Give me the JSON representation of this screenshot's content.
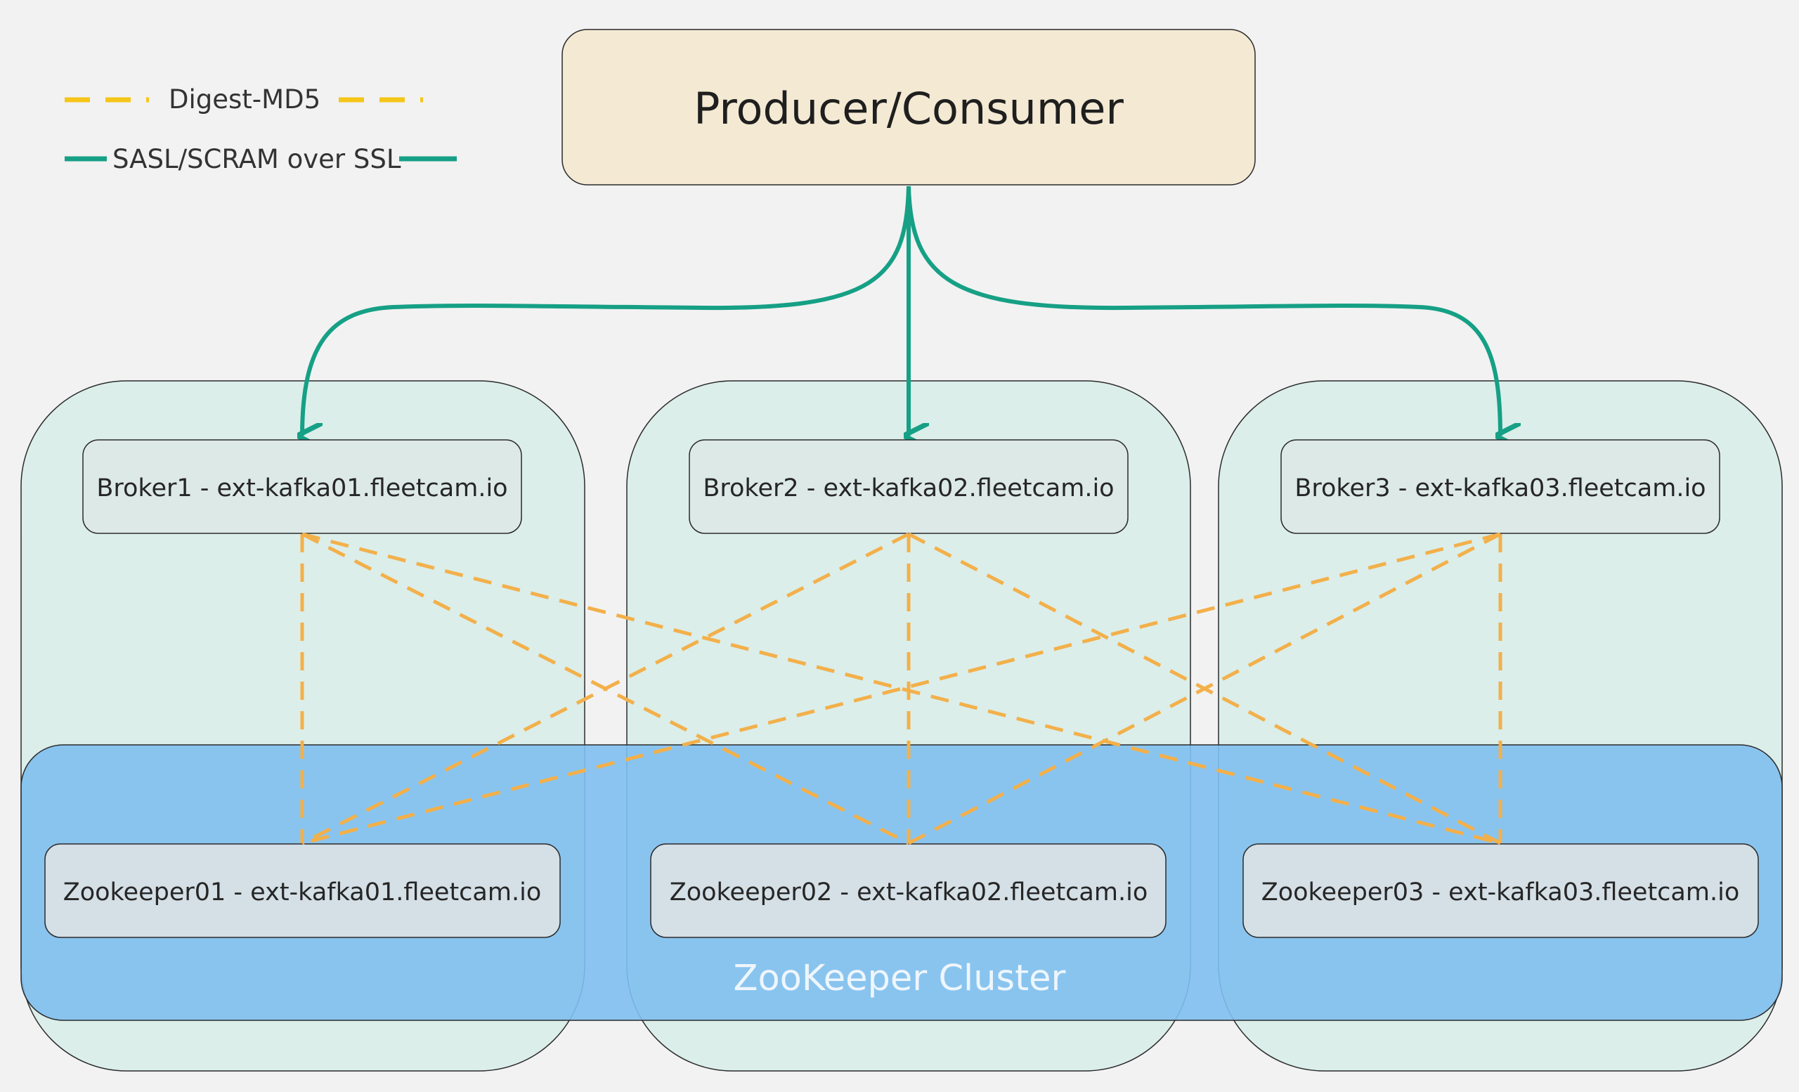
{
  "legend": {
    "digest_label": "Digest-MD5",
    "sasl_label": "SASL/SCRAM over SSL"
  },
  "producer": {
    "label": "Producer/Consumer"
  },
  "brokers": [
    {
      "label": "Broker1 - ext-kafka01.fleetcam.io"
    },
    {
      "label": "Broker2 - ext-kafka02.fleetcam.io"
    },
    {
      "label": "Broker3 - ext-kafka03.fleetcam.io"
    }
  ],
  "zookeepers": [
    {
      "label": "Zookeeper01 - ext-kafka01.fleetcam.io"
    },
    {
      "label": "Zookeeper02 - ext-kafka02.fleetcam.io"
    },
    {
      "label": "Zookeeper03 - ext-kafka03.fleetcam.io"
    }
  ],
  "cluster": {
    "label": "ZooKeeper Cluster"
  },
  "colors": {
    "background": "#f2f2f2",
    "producer_fill": "#f4e9d3",
    "host_fill": "#dbeeea",
    "cluster_fill": "#7fbfef",
    "node_fill": "#dde9e6",
    "zk_node_fill": "#d4dfe6",
    "sasl": "#16a085",
    "digest": "#f3b04a",
    "digest_legend": "#f5c518"
  }
}
